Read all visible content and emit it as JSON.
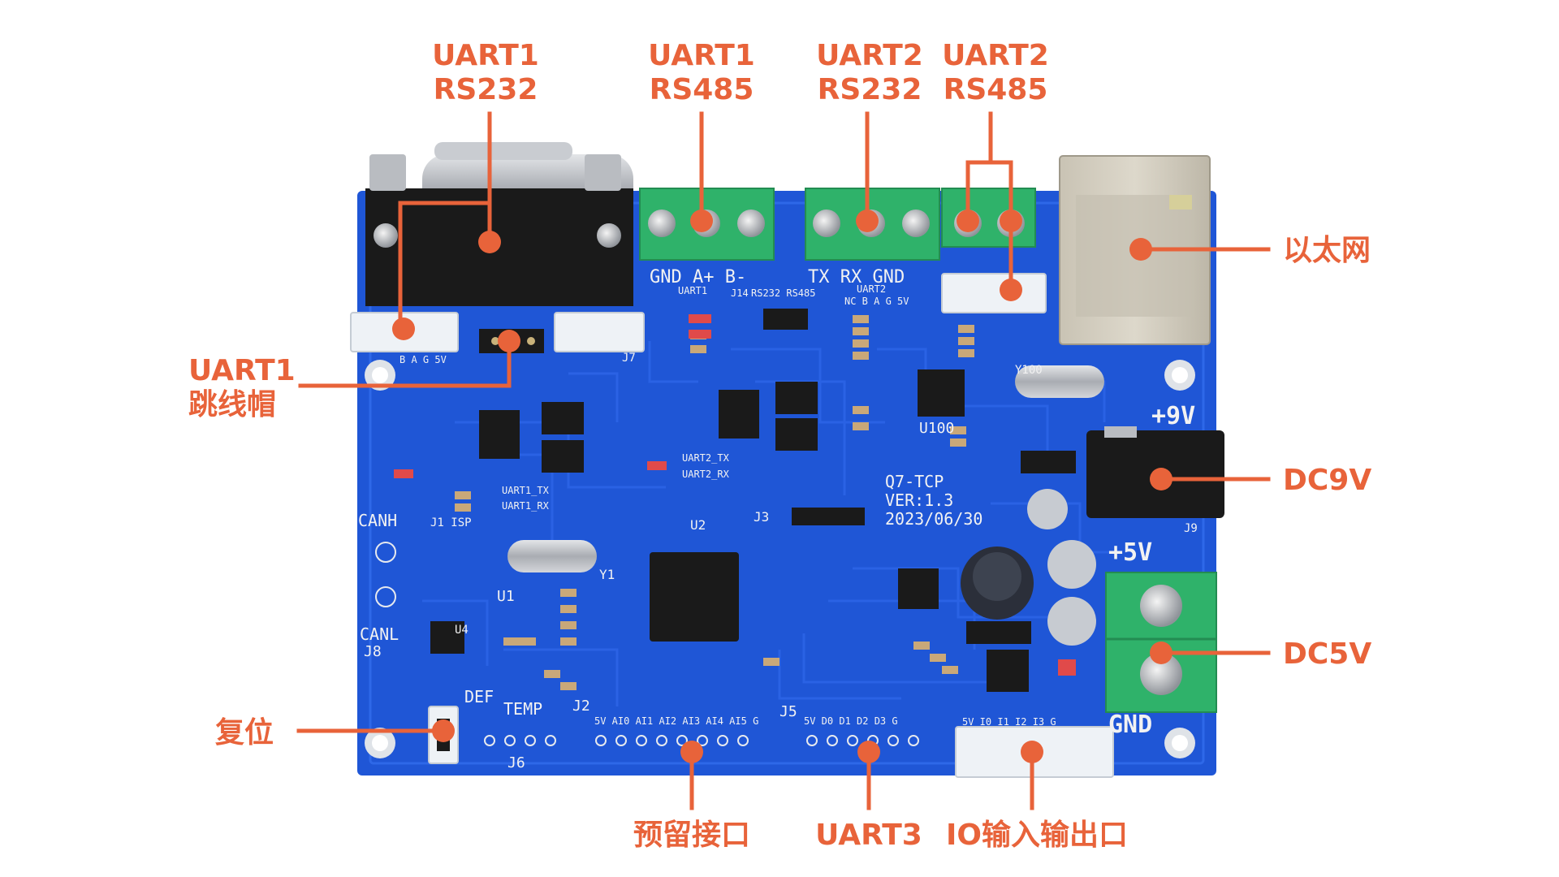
{
  "colors": {
    "callout": "#e8633a",
    "pcb": "#1f56d6",
    "pcb_dark": "#1a47b4",
    "terminal_green": "#2fb26a",
    "connector_white": "#eef2f6",
    "metal": "#b9bcc1",
    "black_part": "#1a1a1a"
  },
  "callouts": {
    "uart1_rs232": [
      "UART1",
      "RS232"
    ],
    "uart1_rs485": [
      "UART1",
      "RS485"
    ],
    "uart2_rs232": [
      "UART2",
      "RS232"
    ],
    "uart2_rs485": [
      "UART2",
      "RS485"
    ],
    "ethernet": "以太网",
    "uart1_jumper": [
      "UART1",
      "跳线帽"
    ],
    "dc9v": "DC9V",
    "dc5v": "DC5V",
    "reset": "复位",
    "reserved_port": "预留接口",
    "uart3": "UART3",
    "io_port": "IO输入输出口"
  },
  "silkscreen": {
    "term_left": "GND  A+  B-",
    "term_right": "TX  RX  GND",
    "rs232_rs485": "RS232  RS485",
    "uart1_small": "UART1",
    "uart2_small": "UART2",
    "nc_b_a_g_5v": "NC B A G 5V",
    "b_a_g_5v": "B A G 5V",
    "uart1_tx": "UART1_TX",
    "uart1_rx": "UART1_RX",
    "uart2_tx": "UART2_TX",
    "uart2_rx": "UART2_RX",
    "board_name": "Q7-TCP",
    "version": "VER:1.3",
    "date": "2023/06/30",
    "canh": "CANH",
    "canl": "CANL",
    "j8": "J8",
    "def": "DEF",
    "temp": "TEMP",
    "plus9v": "+9V",
    "plus5v": "+5V",
    "gnd": "GND",
    "j2_pins": "5V AI0 AI1 AI2 AI3 AI4 AI5 G",
    "j5_pins": "5V D0 D1 D2 D3 G",
    "j5": "J5",
    "j6": "J6",
    "j2": "J2",
    "j3": "J3",
    "j9": "J9",
    "j14": "J14",
    "j7": "J7",
    "u1": "U1",
    "u2": "U2",
    "u4": "U4",
    "u100": "U100",
    "y1": "Y1",
    "y100": "Y100",
    "j1_isp": "J1 ISP",
    "io_pins": "5V I0 I1 I2 I3 G"
  }
}
